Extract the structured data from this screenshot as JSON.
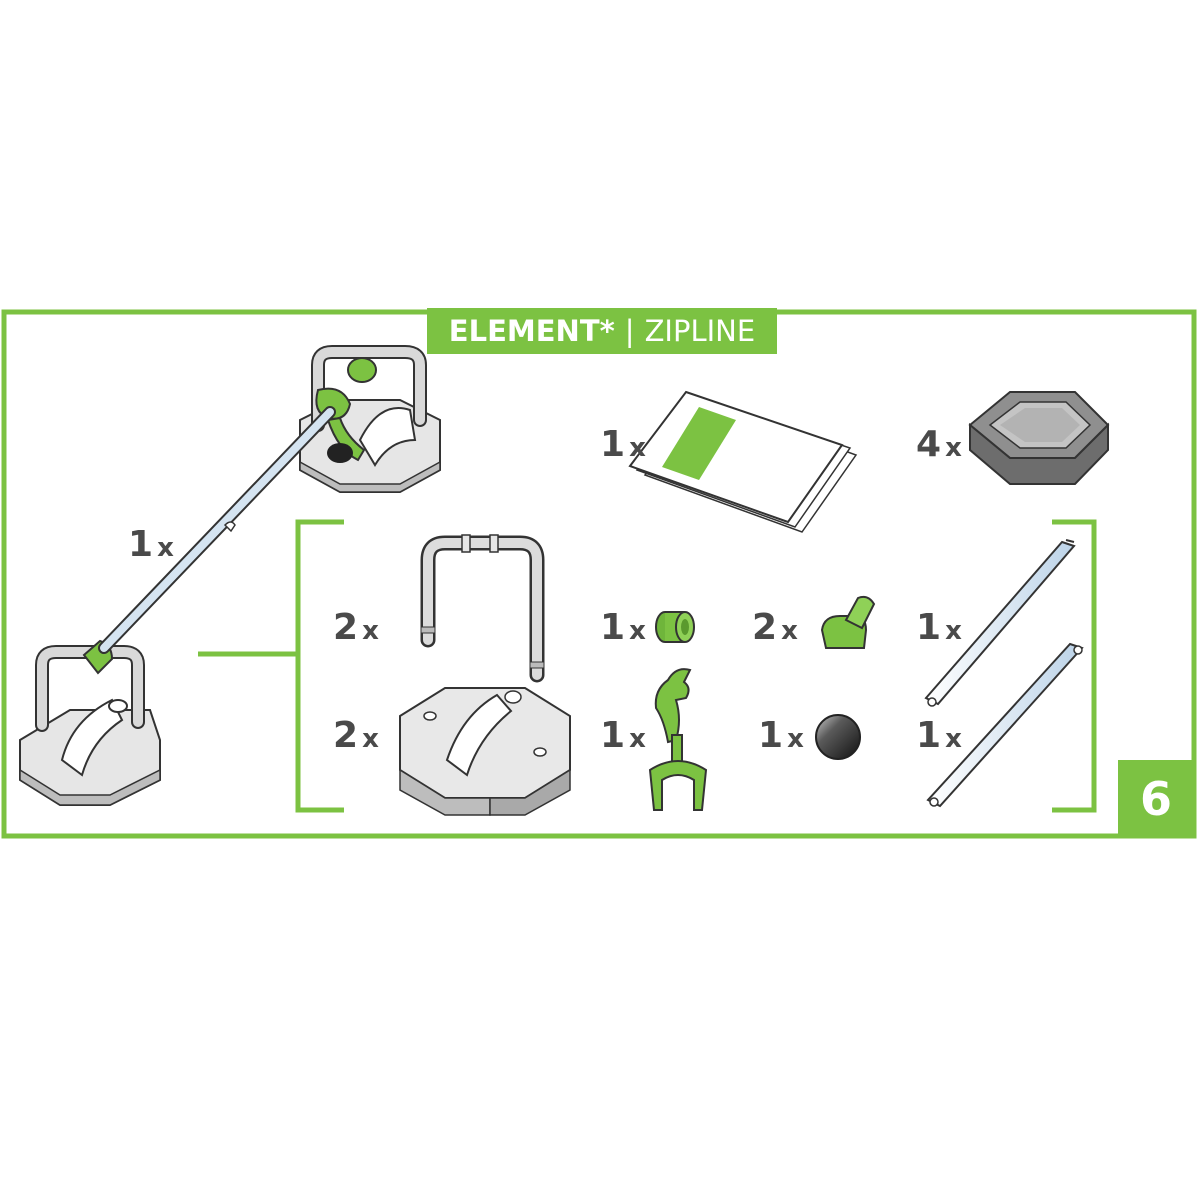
{
  "header": {
    "brand": "ELEMENT",
    "star": "*",
    "separator": "|",
    "name": "ZIPLINE"
  },
  "step_number": "6",
  "colors": {
    "accent": "#7cc242",
    "text": "#4a4a4a",
    "part_gray": "#d9d9d9",
    "frame": "#7cc242"
  },
  "assembled": {
    "quantity": "1",
    "unit": "x"
  },
  "parts": [
    {
      "id": "instructions",
      "quantity": "1",
      "unit": "x",
      "icon": "instruction-sheet-icon"
    },
    {
      "id": "hex-base",
      "quantity": "4",
      "unit": "x",
      "icon": "hex-base-icon"
    },
    {
      "id": "u-bar",
      "quantity": "2",
      "unit": "x",
      "icon": "u-bar-icon"
    },
    {
      "id": "base-tile",
      "quantity": "2",
      "unit": "x",
      "icon": "base-tile-icon"
    },
    {
      "id": "ring-connector",
      "quantity": "1",
      "unit": "x",
      "icon": "ring-connector-icon"
    },
    {
      "id": "clip-holder",
      "quantity": "2",
      "unit": "x",
      "icon": "clip-holder-icon"
    },
    {
      "id": "claw-arm",
      "quantity": "1",
      "unit": "x",
      "icon": "claw-arm-icon"
    },
    {
      "id": "steel-ball",
      "quantity": "1",
      "unit": "x",
      "icon": "steel-ball-icon"
    },
    {
      "id": "rail-upper",
      "quantity": "1",
      "unit": "x",
      "icon": "zipline-rail-icon"
    },
    {
      "id": "rail-lower",
      "quantity": "1",
      "unit": "x",
      "icon": "zipline-rail-icon"
    }
  ]
}
